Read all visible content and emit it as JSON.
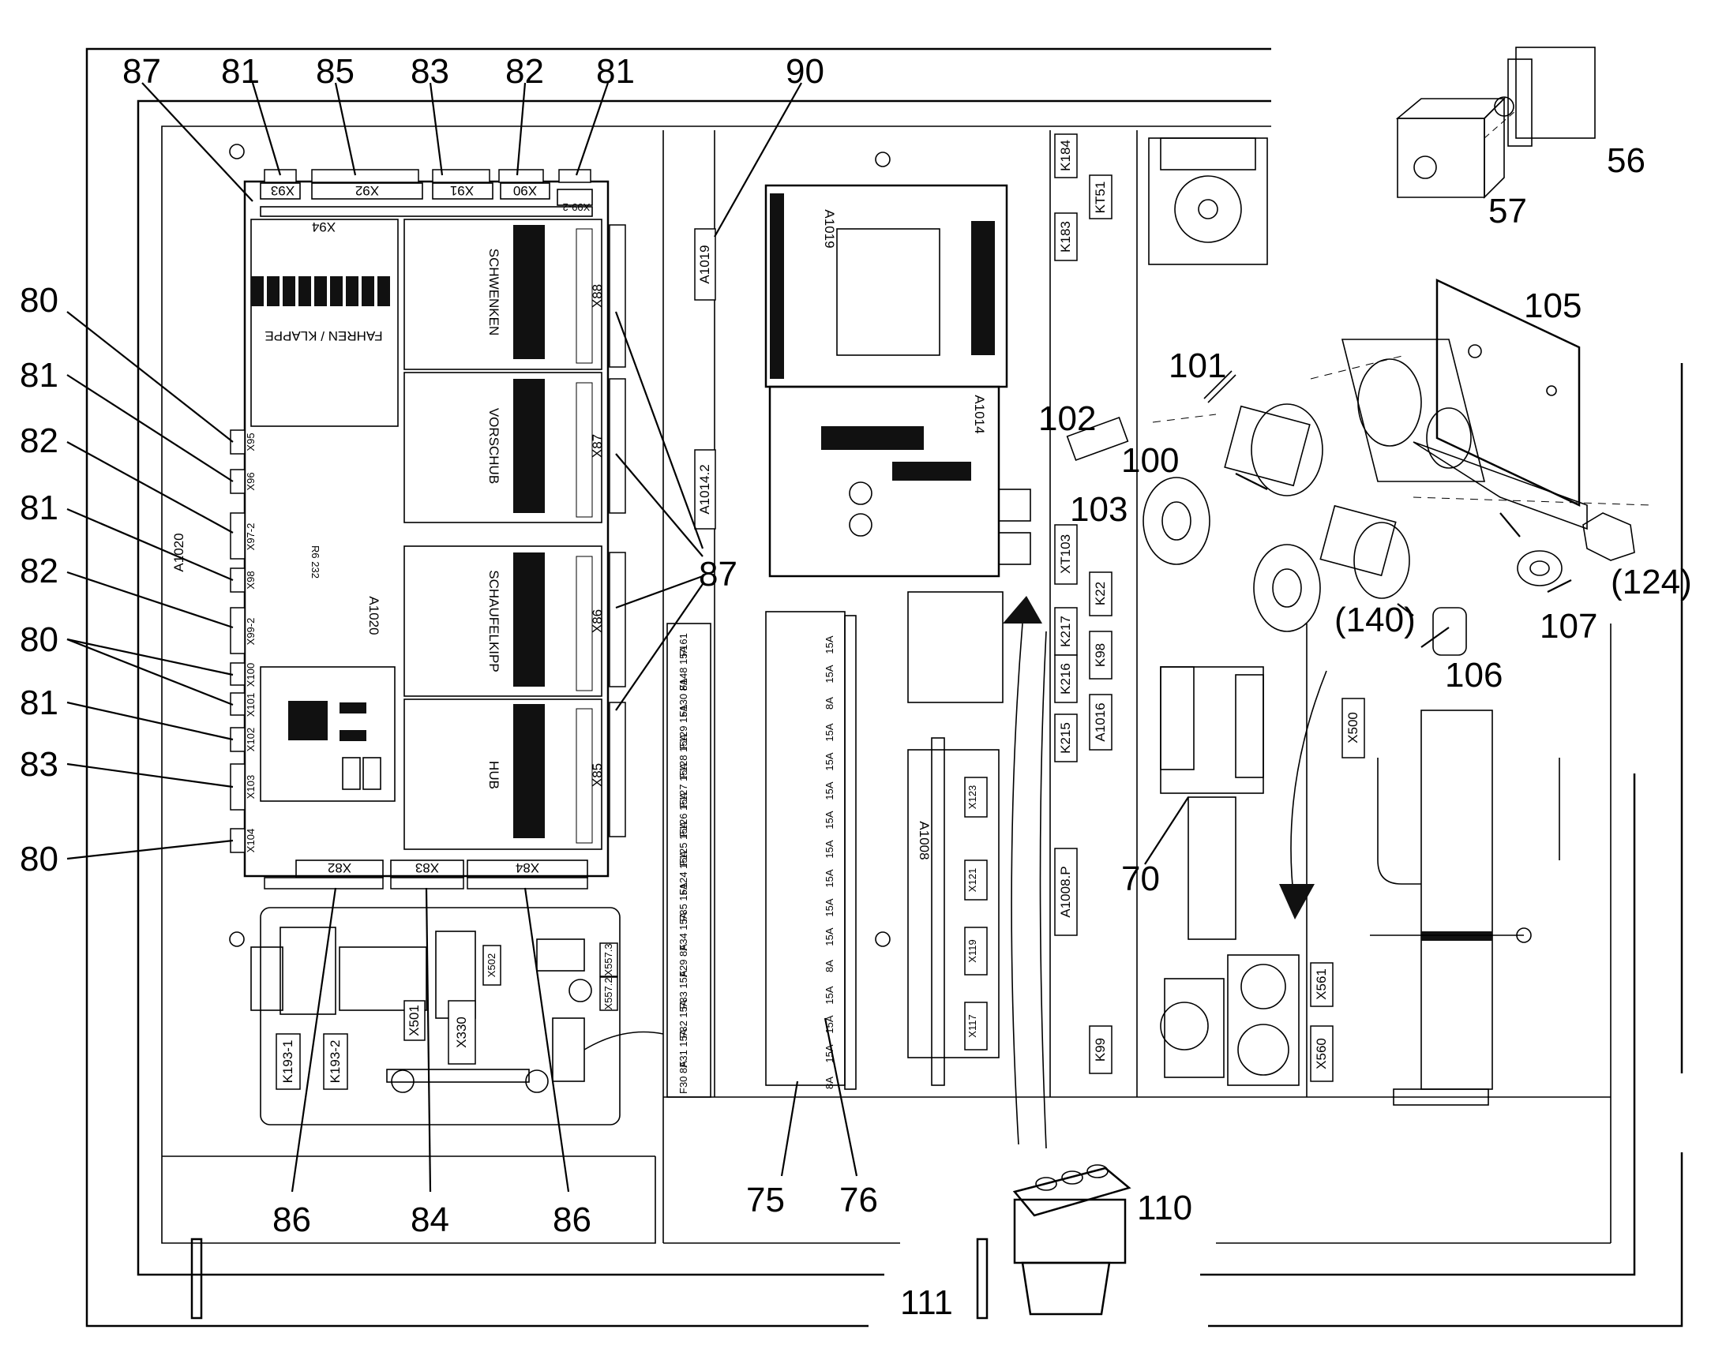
{
  "callouts": {
    "top": [
      "87",
      "81",
      "85",
      "83",
      "82",
      "81",
      "90"
    ],
    "left": [
      "80",
      "81",
      "82",
      "81",
      "82",
      "80",
      "81",
      "83",
      "80"
    ],
    "mid": [
      "87",
      "87"
    ],
    "bottom": [
      "86",
      "84",
      "86",
      "75",
      "76",
      "111",
      "110"
    ],
    "right": [
      "56",
      "57",
      "105",
      "101",
      "102",
      "100",
      "103",
      "(140)",
      "107",
      "(124)",
      "106",
      "70"
    ]
  },
  "board": {
    "name": "A1020",
    "relay_block_1": "SCHWENKEN",
    "relay_block_2": "VORSCHUB",
    "relay_block_3": "SCHAUFELKIPP",
    "relay_block_4": "HUB",
    "display_label": "FAHREN / KLAPPE",
    "top_connectors": [
      "X93",
      "X92",
      "X91",
      "X90",
      "X99-2"
    ],
    "x94": "X94",
    "left_connectors": [
      "X95",
      "X96",
      "X97-2",
      "X98",
      "X99-2",
      "X100",
      "X101",
      "X102",
      "X103",
      "X104"
    ],
    "right_connectors": [
      "X88",
      "X87",
      "X86",
      "X85"
    ],
    "bottom_connectors": [
      "X82",
      "X83",
      "X84"
    ],
    "misc": "R6  232"
  },
  "middle": {
    "boards": [
      "A1019",
      "A1014"
    ],
    "labels": [
      "A1019",
      "A1014.2",
      "A1020",
      "A1008",
      "A1016",
      "A1008.P"
    ],
    "fuses": [
      "F161",
      "F148 15A",
      "F130 8A",
      "F129 15A",
      "F128 15A",
      "F127 15A",
      "F126 15A",
      "F125 15A",
      "F124 15A",
      "F35 15A",
      "F34 15A",
      "F29 8A",
      "F33 15A",
      "F32 15A",
      "F31 15A",
      "F30 8A"
    ],
    "fuse_ratings": [
      "15A",
      "15A",
      "8A",
      "15A",
      "15A",
      "15A",
      "15A",
      "15A",
      "15A",
      "15A",
      "15A",
      "8A",
      "15A",
      "15A",
      "15A",
      "8A"
    ],
    "a1008_connectors": [
      "X123",
      "X121",
      "X119",
      "X117"
    ]
  },
  "relays": [
    "K184",
    "KT51",
    "K183",
    "XT103",
    "K217",
    "K22",
    "K216",
    "K98",
    "K215",
    "A1016",
    "X500",
    "K99",
    "X561",
    "X560"
  ],
  "lower_left": [
    "K193-1",
    "K193-2",
    "X501",
    "X330",
    "X502",
    "X557.3",
    "X557.2"
  ]
}
